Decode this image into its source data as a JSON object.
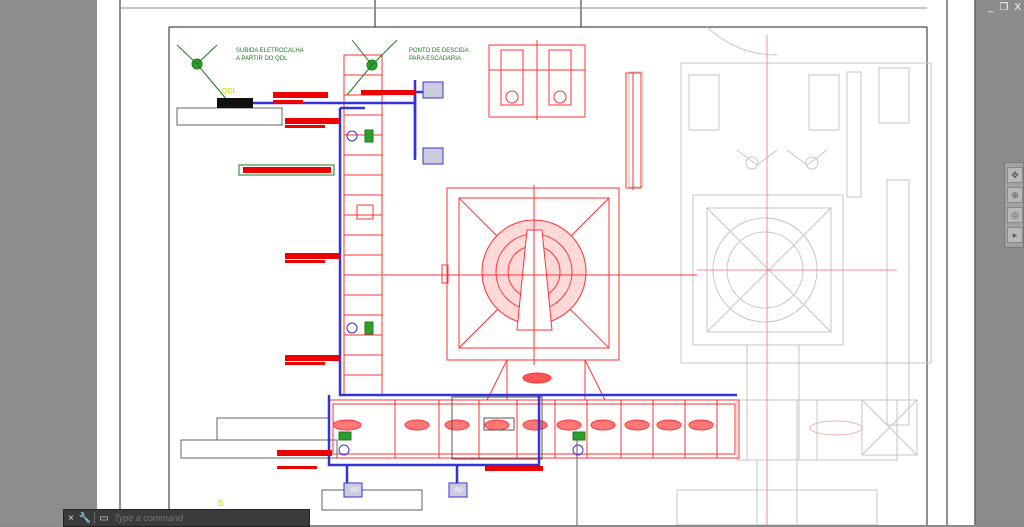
{
  "window": {
    "minimize_label": "_",
    "restore_label": "❐",
    "close_label": "X"
  },
  "annotations": {
    "riser_line1": "SUBIDA ELETROCALHA",
    "riser_line2": "A PARTIR DO QDL",
    "descent_line1": "PONTO DE DESCIDA",
    "descent_line2": "PARA ESCADARIA",
    "panel_tag": "QDL",
    "pump_tag_1": "BD",
    "pump_tag_2": "BD",
    "bottom_tag": "S"
  },
  "command_line": {
    "close_icon": "×",
    "settings_icon": "🔧",
    "placeholder": "Type a command"
  },
  "colors": {
    "cable_tray": "#3333dd",
    "equipment": "#ff3333",
    "annotation": "#1e7a1e",
    "redacted": "#ee0000",
    "background_ghost": "#c8c8c8"
  }
}
